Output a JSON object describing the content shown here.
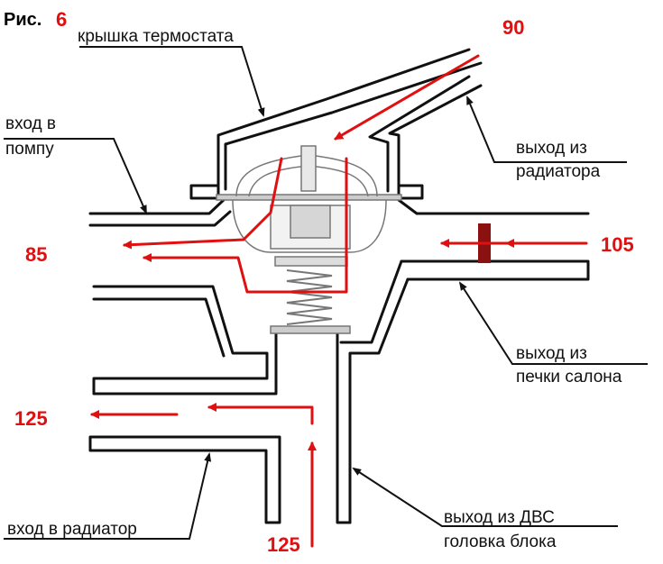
{
  "figure": {
    "title": "Рис.",
    "number": "6"
  },
  "labels": {
    "thermostat_cover": "крышка термостата",
    "pump_inlet_line1": "вход в",
    "pump_inlet_line2": "помпу",
    "radiator_outlet_line1": "выход из",
    "radiator_outlet_line2": "радиатора",
    "heater_outlet_line1": "выход из",
    "heater_outlet_line2": "печки салона",
    "radiator_inlet": "вход в радиатор",
    "engine_outlet_line1": "выход из ДВС",
    "engine_outlet_line2": "головка блока"
  },
  "values": {
    "radiator_flow": "90",
    "pump_flow": "85",
    "heater_flow": "105",
    "radiator_inlet_flow": "125",
    "engine_flow": "125"
  },
  "colors": {
    "flow_arrow": "#e01010",
    "pipe_wall": "#111111",
    "heater_valve": "#8b1111",
    "thermostat": "#777777"
  }
}
